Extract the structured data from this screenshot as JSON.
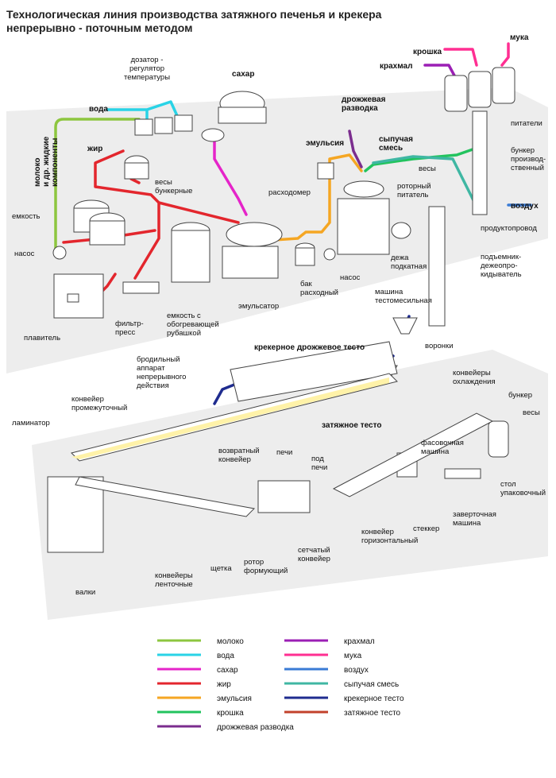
{
  "title": "Технологическая линия производства затяжного печенья и крекера непрерывно - поточным методом",
  "colors": {
    "milk": "#8dc63f",
    "water": "#29d3e6",
    "sugar": "#e524c9",
    "fat": "#e3262d",
    "emulsion": "#f5a623",
    "crumb": "#22c35e",
    "yeast": "#7b2d8e",
    "starch": "#9b1fb5",
    "flour": "#ff2f92",
    "air": "#3a7bd5",
    "dry_mix": "#3fb7a3",
    "cracker_dough": "#1f2c8f",
    "tight_dough": "#c2412b",
    "platform": "#ececec",
    "machine": "#ffffff",
    "outline": "#444444"
  },
  "labels": {
    "dosator": "дозатор -\nрегулятор\nтемпературы",
    "water_in": "вода",
    "sugar_in": "сахар",
    "milk_in": "молоко\nи др. жидкие\nкомпоненты",
    "fat_in": "жир",
    "scales_bunker": "весы\nбункерные",
    "container": "емкость",
    "pump_left": "насос",
    "melter": "плавитель",
    "filter_press": "фильтр-\nпресс",
    "heated_tank": "емкость с\nобогревающей\nрубашкой",
    "emulsifier": "эмульсатор",
    "flowmeter": "расходомер",
    "supply_tank": "бак\nрасходный",
    "pump_mid": "насос",
    "emulsion_in": "эмульсия",
    "yeast_in": "дрожжевая\nразводка",
    "dry_mix_in": "сыпучая\nсмесь",
    "scales_top": "весы",
    "rotary_feeder": "роторный\nпитатель",
    "cart": "дежа\nподкатная",
    "mixer": "машина\nтестомесильная",
    "starch_in": "крахмал",
    "crumb_in": "крошка",
    "flour_in": "мука",
    "feeders": "питатели",
    "prod_bunker": "бункер\nпроизвод-\nственный",
    "air_in": "воздух",
    "product_pipe": "продуктопровод",
    "lifter": "подъемник-\nдежеопро-\nкидыватель",
    "funnels": "воронки",
    "cracker_dough_lbl": "крекерное дрожжевое тесто",
    "fermenter": "бродильный\nаппарат\nнепрерывного\nдействия",
    "intermediate_conv": "конвейер\nпромежуточный",
    "tight_dough_lbl": "затяжное тесто",
    "cooling_conv": "конвейеры\nохлаждения",
    "bunker_r": "бункер",
    "scales_r": "весы",
    "laminator": "ламинатор",
    "return_conv": "возвратный\nконвейер",
    "ovens": "печи",
    "under_oven": "под\nпечи",
    "packing_machine": "фасовочная\nмашина",
    "packing_table": "стол\nупаковочный",
    "wrapping_machine": "заверточная\nмашина",
    "stacker": "стеккер",
    "horiz_conv": "конвейер\nгоризонтальный",
    "mesh_conv": "сетчатый\nконвейер",
    "rotor": "ротор\nформующий",
    "brush": "щетка",
    "belt_conv": "конвейеры\nленточные",
    "rollers": "валки"
  },
  "legend": [
    {
      "label": "молоко",
      "color": "#8dc63f"
    },
    {
      "label": "вода",
      "color": "#29d3e6"
    },
    {
      "label": "сахар",
      "color": "#e524c9"
    },
    {
      "label": "жир",
      "color": "#e3262d"
    },
    {
      "label": "эмульсия",
      "color": "#f5a623"
    },
    {
      "label": "крошка",
      "color": "#22c35e"
    },
    {
      "label": "дрожжевая разводка",
      "color": "#7b2d8e"
    },
    {
      "label": "крахмал",
      "color": "#9b1fb5"
    },
    {
      "label": "мука",
      "color": "#ff2f92"
    },
    {
      "label": "воздух",
      "color": "#3a7bd5"
    },
    {
      "label": "сыпучая смесь",
      "color": "#3fb7a3"
    },
    {
      "label": "крекерное тесто",
      "color": "#1f2c8f"
    },
    {
      "label": "затяжное тесто",
      "color": "#c2412b"
    }
  ]
}
